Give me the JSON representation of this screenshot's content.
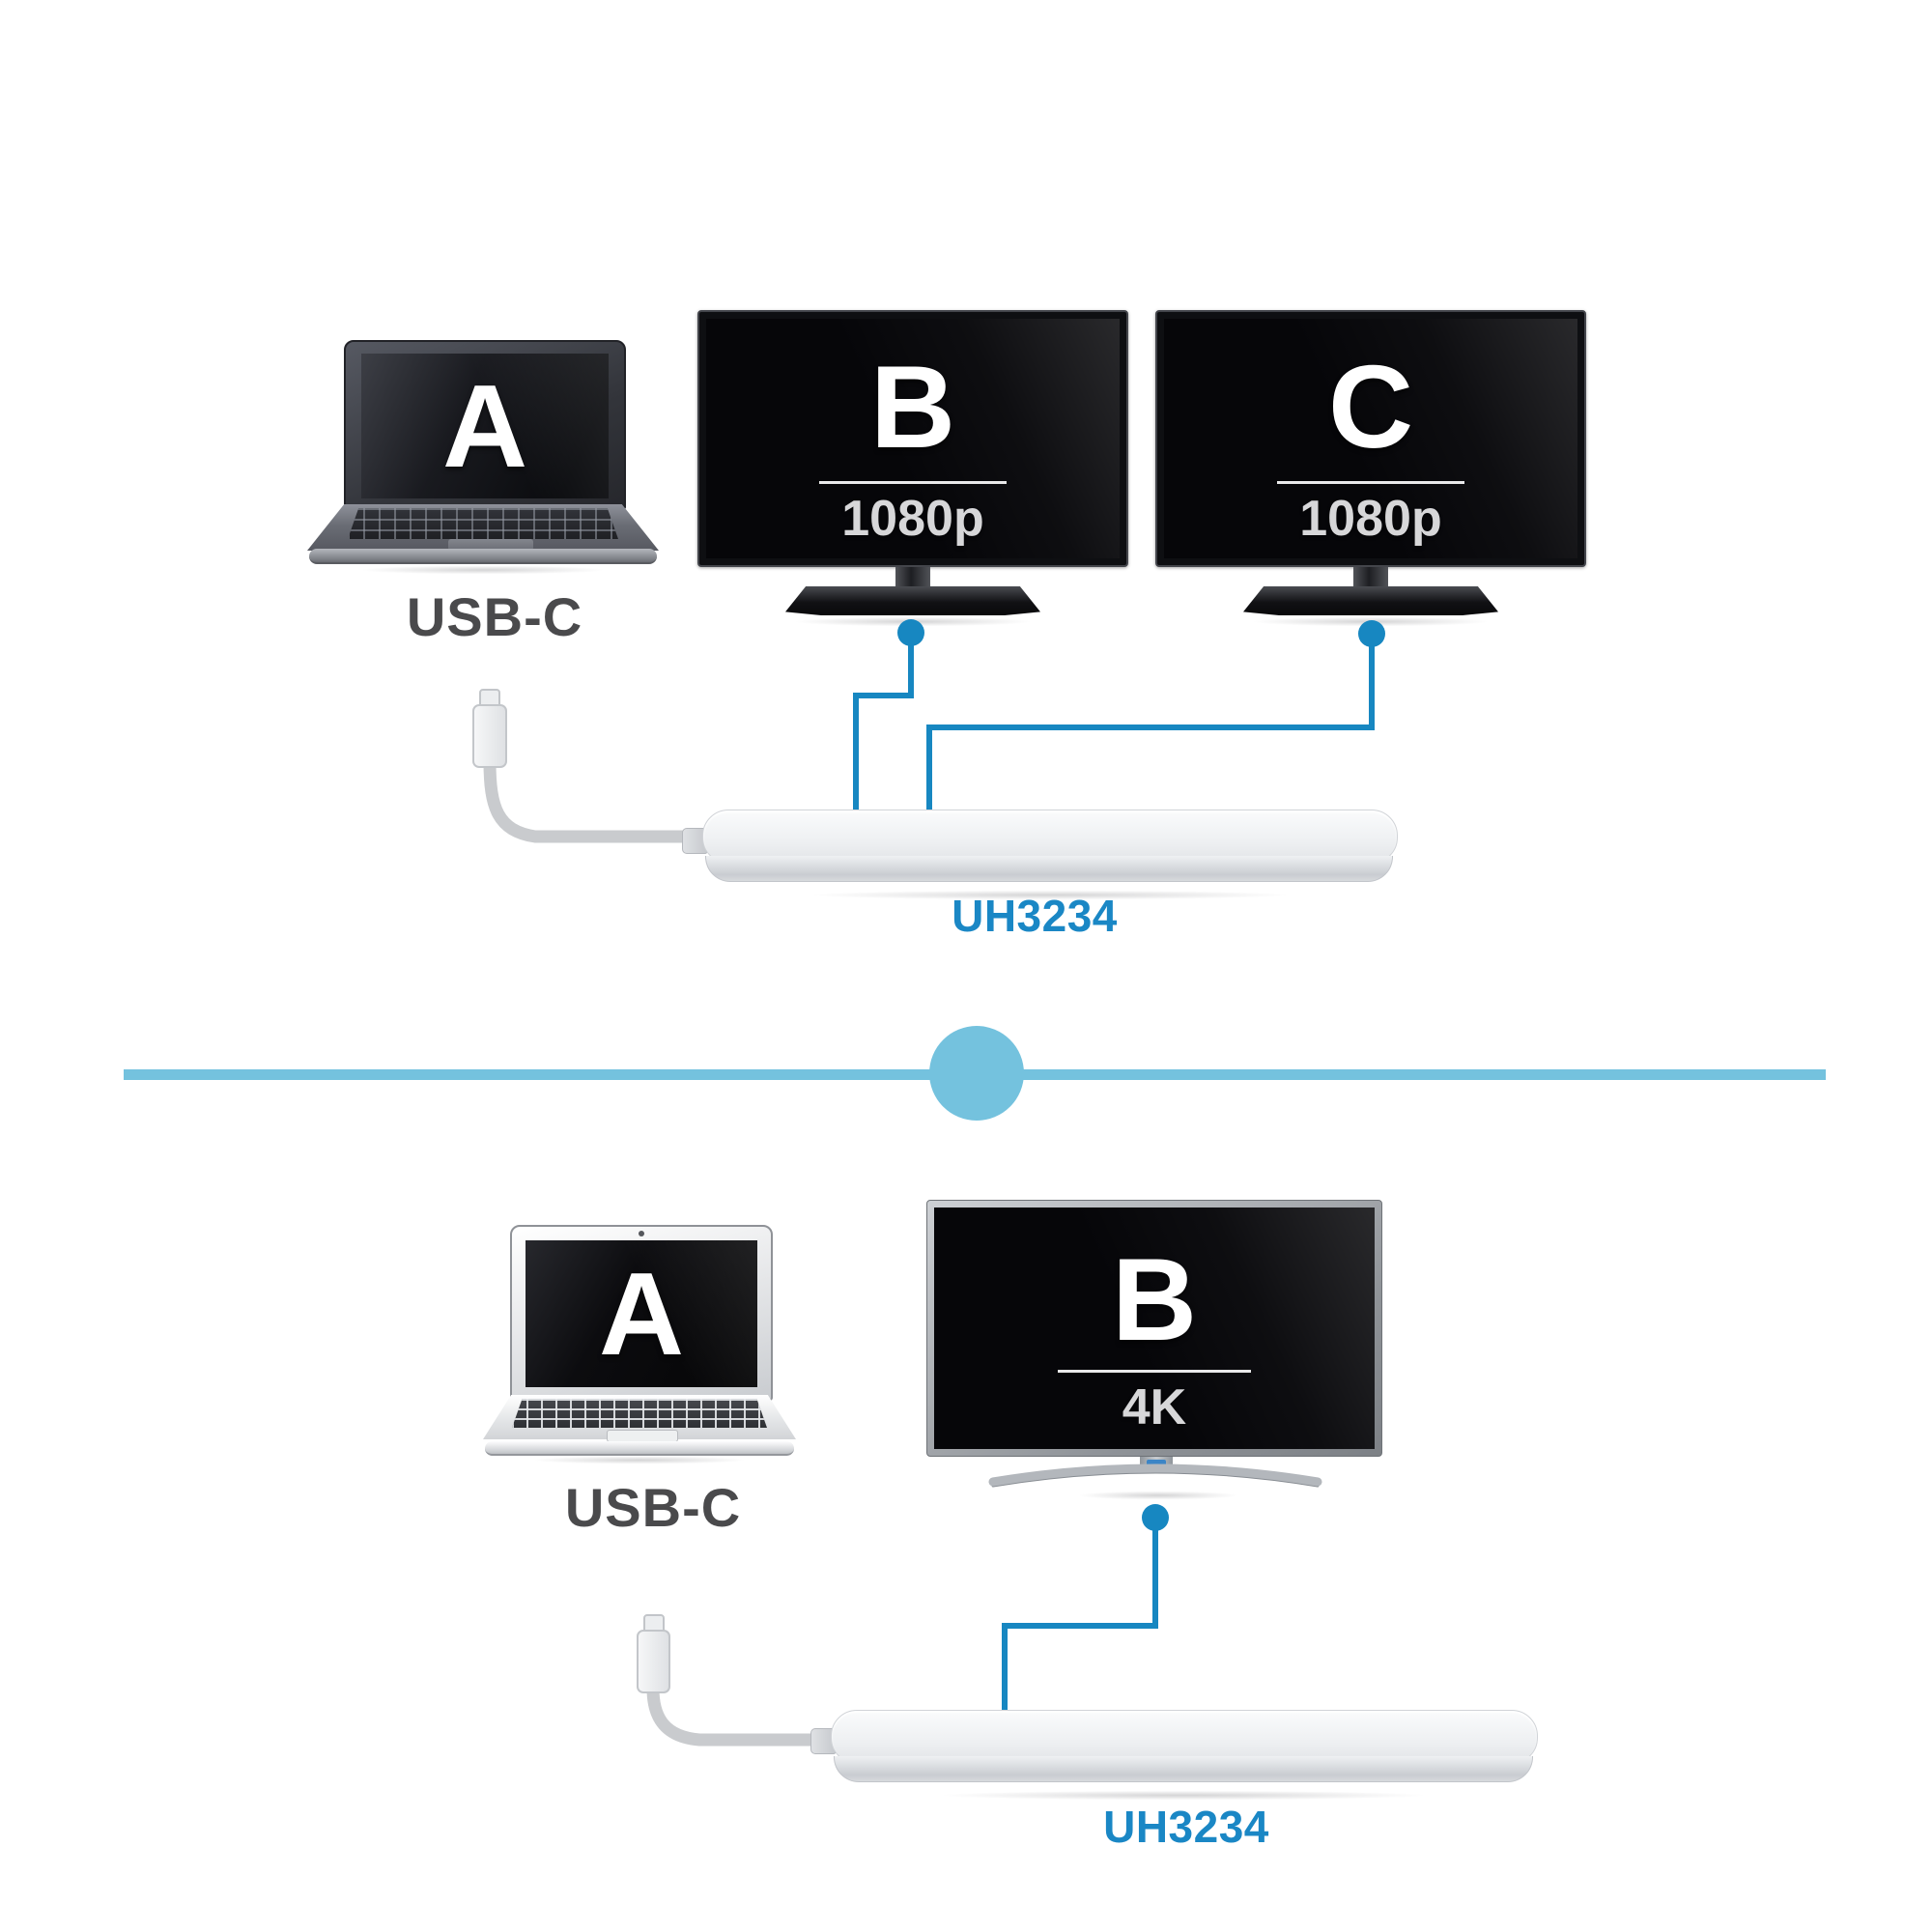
{
  "colors": {
    "cable_blue": "#1787c1",
    "divider_blue": "#74c2de",
    "label_blue": "#1a87c5",
    "label_gray": "#4a4a4c"
  },
  "top_diagram": {
    "laptop": {
      "screen_label": "A",
      "port_label": "USB-C"
    },
    "monitor_b": {
      "screen_label": "B",
      "resolution": "1080p"
    },
    "monitor_c": {
      "screen_label": "C",
      "resolution": "1080p"
    },
    "dock_model": "UH3234"
  },
  "bottom_diagram": {
    "laptop": {
      "screen_label": "A",
      "port_label": "USB-C"
    },
    "monitor_b": {
      "screen_label": "B",
      "resolution": "4K"
    },
    "dock_model": "UH3234"
  }
}
